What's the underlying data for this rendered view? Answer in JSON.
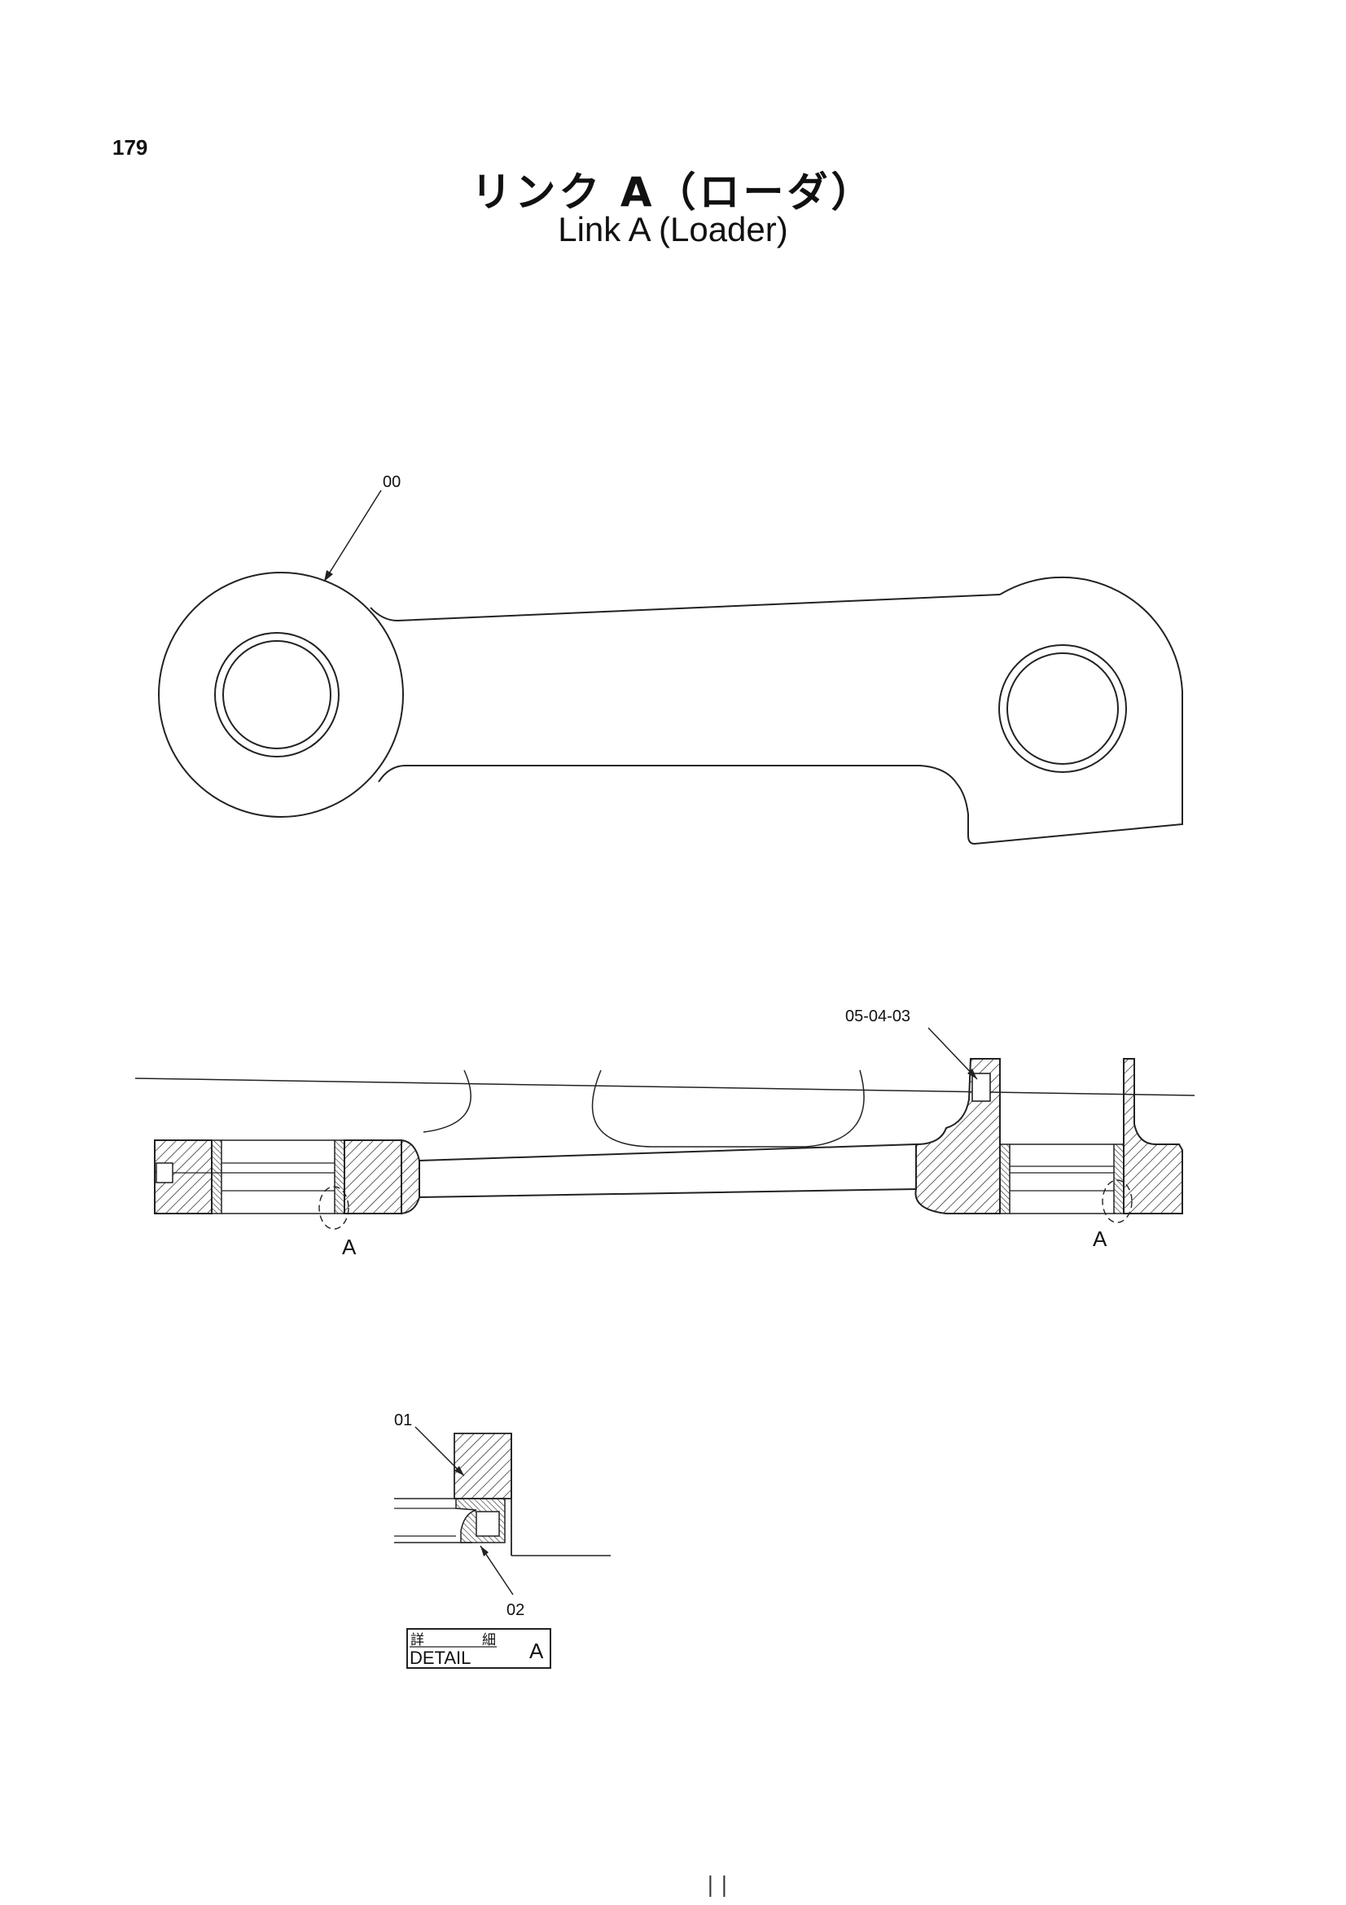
{
  "page": {
    "number": "179",
    "title_jp": "リンク A（ローダ）",
    "title_en": "Link A (Loader)"
  },
  "callouts": {
    "top_view": "00",
    "seal": "05-04-03",
    "detail_left": "A",
    "detail_right": "A",
    "part_01": "01",
    "part_02": "02"
  },
  "detail_box": {
    "jp_left": "詳",
    "jp_right": "細",
    "label": "DETAIL",
    "letter": "A"
  },
  "footer_mark": "| |"
}
